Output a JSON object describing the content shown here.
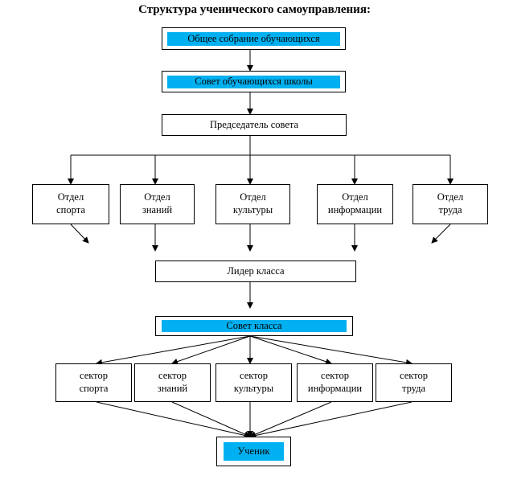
{
  "title": "Структура ученического самоуправления:",
  "boxes": {
    "general_meeting": "Общее собрание обучающихся",
    "student_council": "Совет обучающихся школы",
    "chairman": "Председатель совета",
    "departments": [
      {
        "line1": "Отдел",
        "line2": "спорта"
      },
      {
        "line1": "Отдел",
        "line2": "знаний"
      },
      {
        "line1": "Отдел",
        "line2": "культуры"
      },
      {
        "line1": "Отдел",
        "line2": "информации"
      },
      {
        "line1": "Отдел",
        "line2": "труда"
      }
    ],
    "class_leader": "Лидер класса",
    "class_council": "Совет класса",
    "sectors": [
      {
        "line1": "сектор",
        "line2": "спорта"
      },
      {
        "line1": "сектор",
        "line2": "знаний"
      },
      {
        "line1": "сектор",
        "line2": "культуры"
      },
      {
        "line1": "сектор",
        "line2": "информации"
      },
      {
        "line1": "сектор",
        "line2": "труда"
      }
    ],
    "student": "Ученик"
  },
  "colors": {
    "highlight": "#00b0f0",
    "line": "#000000"
  }
}
